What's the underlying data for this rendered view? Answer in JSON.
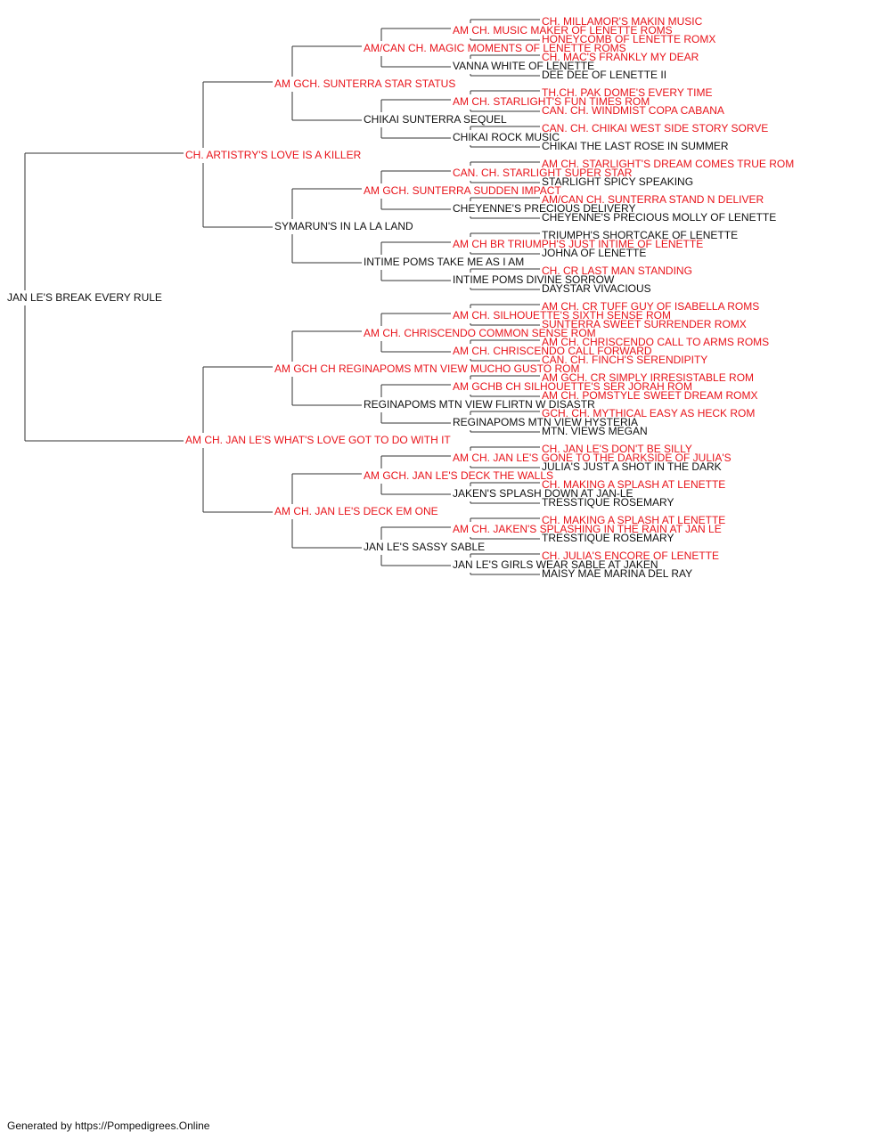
{
  "footer": "Generated by https://Pompedigrees.Online",
  "colors": {
    "champion": "#e8141b",
    "normal": "#111111",
    "line": "#333333"
  },
  "pedigree": {
    "name": "JAN LE'S BREAK EVERY RULE",
    "champ": false,
    "sire": {
      "name": "CH. ARTISTRY'S LOVE IS A KILLER",
      "champ": true,
      "sire": {
        "name": "AM GCH. SUNTERRA STAR STATUS",
        "champ": true,
        "sire": {
          "name": "AM/CAN CH. MAGIC MOMENTS OF LENETTE ROMS",
          "champ": true,
          "sire": {
            "name": "AM CH. MUSIC MAKER OF LENETTE ROMS",
            "champ": true,
            "sire": {
              "name": "CH. MILLAMOR'S MAKIN MUSIC",
              "champ": true
            },
            "dam": {
              "name": "HONEYCOMB OF LENETTE ROMX",
              "champ": true
            }
          },
          "dam": {
            "name": "VANNA WHITE OF LENETTE",
            "champ": false,
            "sire": {
              "name": "CH. MAC'S FRANKLY MY DEAR",
              "champ": true
            },
            "dam": {
              "name": "DEE DEE OF LENETTE II",
              "champ": false
            }
          }
        },
        "dam": {
          "name": "CHIKAI SUNTERRA SEQUEL",
          "champ": false,
          "sire": {
            "name": "AM CH. STARLIGHT'S FUN TIMES ROM",
            "champ": true,
            "sire": {
              "name": "TH.CH. PAK DOME'S EVERY TIME",
              "champ": true
            },
            "dam": {
              "name": "CAN. CH. WINDMIST COPA CABANA",
              "champ": true
            }
          },
          "dam": {
            "name": "CHIKAI ROCK MUSIC",
            "champ": false,
            "sire": {
              "name": "CAN. CH. CHIKAI WEST SIDE STORY SORVE",
              "champ": true
            },
            "dam": {
              "name": "CHIKAI THE LAST ROSE IN SUMMER",
              "champ": false
            }
          }
        }
      },
      "dam": {
        "name": "SYMARUN'S IN LA LA LAND",
        "champ": false,
        "sire": {
          "name": "AM GCH. SUNTERRA SUDDEN IMPACT",
          "champ": true,
          "sire": {
            "name": "CAN. CH. STARLIGHT SUPER STAR",
            "champ": true,
            "sire": {
              "name": "AM CH. STARLIGHT'S DREAM COMES TRUE ROM",
              "champ": true
            },
            "dam": {
              "name": "STARLIGHT SPICY SPEAKING",
              "champ": false
            }
          },
          "dam": {
            "name": "CHEYENNE'S PRECIOUS DELIVERY",
            "champ": false,
            "sire": {
              "name": "AM/CAN CH. SUNTERRA STAND N DELIVER",
              "champ": true
            },
            "dam": {
              "name": "CHEYENNE'S PRECIOUS MOLLY OF LENETTE",
              "champ": false
            }
          }
        },
        "dam": {
          "name": "INTIME POMS TAKE ME AS I AM",
          "champ": false,
          "sire": {
            "name": "AM CH BR TRIUMPH'S JUST INTIME OF LENETTE",
            "champ": true,
            "sire": {
              "name": "TRIUMPH'S SHORTCAKE OF LENETTE",
              "champ": false
            },
            "dam": {
              "name": "JOHNA OF LENETTE",
              "champ": false
            }
          },
          "dam": {
            "name": "INTIME POMS DIVINE SORROW",
            "champ": false,
            "sire": {
              "name": "CH. CR LAST MAN STANDING",
              "champ": true
            },
            "dam": {
              "name": "DAYSTAR VIVACIOUS",
              "champ": false
            }
          }
        }
      }
    },
    "dam": {
      "name": "AM CH. JAN LE'S WHAT'S LOVE GOT TO DO WITH IT",
      "champ": true,
      "sire": {
        "name": "AM GCH CH REGINAPOMS MTN VIEW MUCHO GUSTO ROM",
        "champ": true,
        "sire": {
          "name": "AM CH. CHRISCENDO COMMON SENSE ROM",
          "champ": true,
          "sire": {
            "name": "AM CH. SILHOUETTE'S SIXTH SENSE ROM",
            "champ": true,
            "sire": {
              "name": "AM CH. CR TUFF GUY OF ISABELLA ROMS",
              "champ": true
            },
            "dam": {
              "name": "SUNTERRA SWEET SURRENDER ROMX",
              "champ": true
            }
          },
          "dam": {
            "name": "AM CH. CHRISCENDO CALL FORWARD",
            "champ": true,
            "sire": {
              "name": "AM CH. CHRISCENDO CALL TO ARMS ROMS",
              "champ": true
            },
            "dam": {
              "name": "CAN. CH. FINCH'S SERENDIPITY",
              "champ": true
            }
          }
        },
        "dam": {
          "name": "REGINAPOMS MTN VIEW FLIRTN W DISASTR",
          "champ": false,
          "sire": {
            "name": "AM GCHB CH SILHOUETTE'S SER JORAH ROM",
            "champ": true,
            "sire": {
              "name": "AM GCH. CR SIMPLY IRRESISTABLE ROM",
              "champ": true
            },
            "dam": {
              "name": "AM CH. POMSTYLE SWEET DREAM ROMX",
              "champ": true
            }
          },
          "dam": {
            "name": "REGINAPOMS MTN VIEW HYSTERIA",
            "champ": false,
            "sire": {
              "name": "GCH. CH. MYTHICAL EASY AS HECK ROM",
              "champ": true
            },
            "dam": {
              "name": "MTN. VIEWS MEGAN",
              "champ": false
            }
          }
        }
      },
      "dam": {
        "name": "AM CH. JAN LE'S DECK EM ONE",
        "champ": true,
        "sire": {
          "name": "AM GCH. JAN LE'S DECK THE WALLS",
          "champ": true,
          "sire": {
            "name": "AM CH. JAN LE'S GONE TO THE DARKSIDE OF JULIA'S",
            "champ": true,
            "sire": {
              "name": "CH. JAN LE'S DON'T BE SILLY",
              "champ": true
            },
            "dam": {
              "name": "JULIA'S JUST A SHOT IN THE DARK",
              "champ": false
            }
          },
          "dam": {
            "name": "JAKEN'S SPLASH DOWN AT JAN-LE",
            "champ": false,
            "sire": {
              "name": "CH. MAKING A SPLASH AT LENETTE",
              "champ": true
            },
            "dam": {
              "name": "TRESSTIQUE ROSEMARY",
              "champ": false
            }
          }
        },
        "dam": {
          "name": "JAN LE'S SASSY SABLE",
          "champ": false,
          "sire": {
            "name": "AM CH. JAKEN'S SPLASHING IN THE RAIN AT JAN LE",
            "champ": true,
            "sire": {
              "name": "CH. MAKING A SPLASH AT LENETTE",
              "champ": true
            },
            "dam": {
              "name": "TRESSTIQUE ROSEMARY",
              "champ": false
            }
          },
          "dam": {
            "name": "JAN LE'S GIRLS WEAR SABLE AT JAKEN",
            "champ": false,
            "sire": {
              "name": "CH. JULIA'S ENCORE OF LENETTE",
              "champ": true
            },
            "dam": {
              "name": "MAISY MAE MARINA DEL RAY",
              "champ": false
            }
          }
        }
      }
    }
  }
}
